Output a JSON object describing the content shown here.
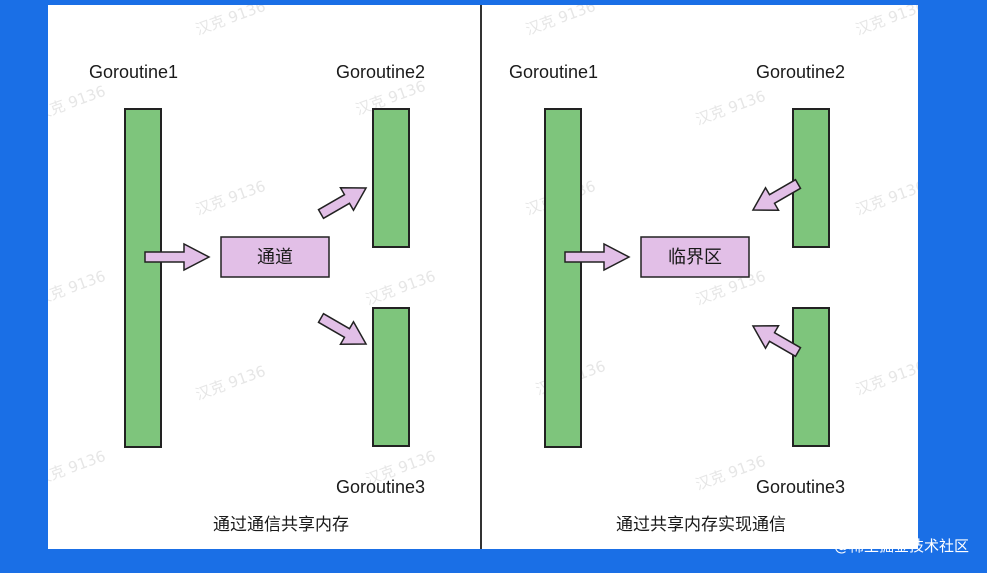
{
  "left_panel": {
    "g1": "Goroutine1",
    "g2": "Goroutine2",
    "g3": "Goroutine3",
    "box": "通道",
    "caption": "通过通信共享内存"
  },
  "right_panel": {
    "g1": "Goroutine1",
    "g2": "Goroutine2",
    "g3": "Goroutine3",
    "box": "临界区",
    "caption": "通过共享内存实现通信"
  },
  "watermark": "汉克 9136",
  "credit": "@稀土掘金技术社区",
  "colors": {
    "background": "#1a6fe6",
    "bar_fill": "#7ec57c",
    "box_fill": "#e2bfe7",
    "arrow_fill": "#e2bfe7",
    "stroke": "#222222"
  }
}
